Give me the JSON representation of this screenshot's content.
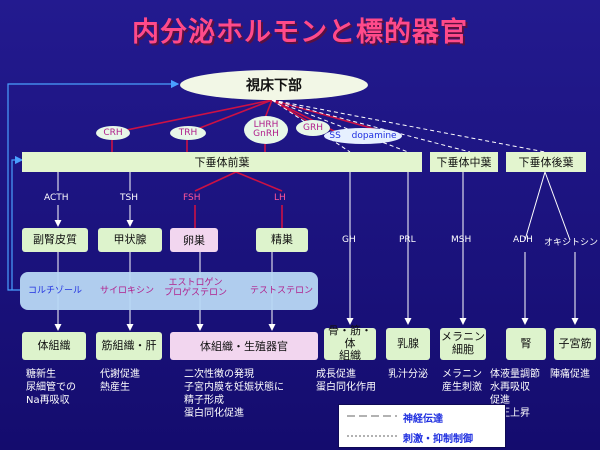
{
  "title": "内分泌ホルモンと標的器官",
  "hypothalamus": "視床下部",
  "releasing": {
    "crh": "CRH",
    "trh": "TRH",
    "lhrh_1": "LHRH",
    "lhrh_2": "GnRH",
    "grh": "GRH",
    "ss": "SS",
    "dopamine": "dopamine"
  },
  "pituitary": {
    "anterior": "下垂体前葉",
    "middle": "下垂体中葉",
    "posterior": "下垂体後葉"
  },
  "hormones": {
    "acth": "ACTH",
    "tsh": "TSH",
    "fsh": "FSH",
    "lh": "LH",
    "gh": "GH",
    "prl": "PRL",
    "msh": "MSH",
    "adh": "ADH",
    "oxytocin": "オキシトシン"
  },
  "glands": {
    "adrenal": "副腎皮質",
    "thyroid": "甲状腺",
    "ovary": "卵巣",
    "testis": "精巣"
  },
  "secreted": {
    "cortisol": "コルチゾール",
    "thyroxine": "サイロキシン",
    "estrogen": "エストロゲン",
    "progesterone": "プロゲステロン",
    "testosterone": "テストステロン"
  },
  "targets": {
    "body": "体組織",
    "muscle_liver": "筋組織・肝",
    "body_repro": "体組織・生殖器官",
    "bone_1": "骨・筋・体",
    "bone_2": "組織",
    "mammary": "乳腺",
    "melano_1": "メラニン",
    "melano_2": "細胞",
    "kidney": "腎",
    "uterus": "子宮筋"
  },
  "effects": {
    "body_1": "糖新生",
    "body_2": "尿細管での",
    "body_3": "Na再吸収",
    "muscle_1": "代謝促進",
    "muscle_2": "熱産生",
    "repro_1": "二次性徴の発現",
    "repro_2": "子宮内膜を妊娠状態に",
    "repro_3": "精子形成",
    "repro_4": "蛋白同化促進",
    "gh_1": "成長促進",
    "gh_2": "蛋白同化作用",
    "prl_1": "乳汁分泌",
    "msh_1": "メラニン",
    "msh_2": "産生刺激",
    "adh_1": "体液量調節",
    "adh_2": "水再吸収",
    "adh_3": "促進",
    "adh_4": "血圧上昇",
    "oxy_1": "陣痛促進"
  },
  "legend": {
    "nerve": "神経伝達",
    "stimulus": "刺激・抑制制御"
  },
  "colors": {
    "background": "#1a1080",
    "title": "#ff4a8a",
    "box_green": "#ddf3cc",
    "box_pink": "#f2d6ef",
    "band_blue": "#b8d8f4",
    "hormone_pink": "#ff5599",
    "crimson_lines": "#cc1144",
    "blue_text": "#2030e0"
  }
}
